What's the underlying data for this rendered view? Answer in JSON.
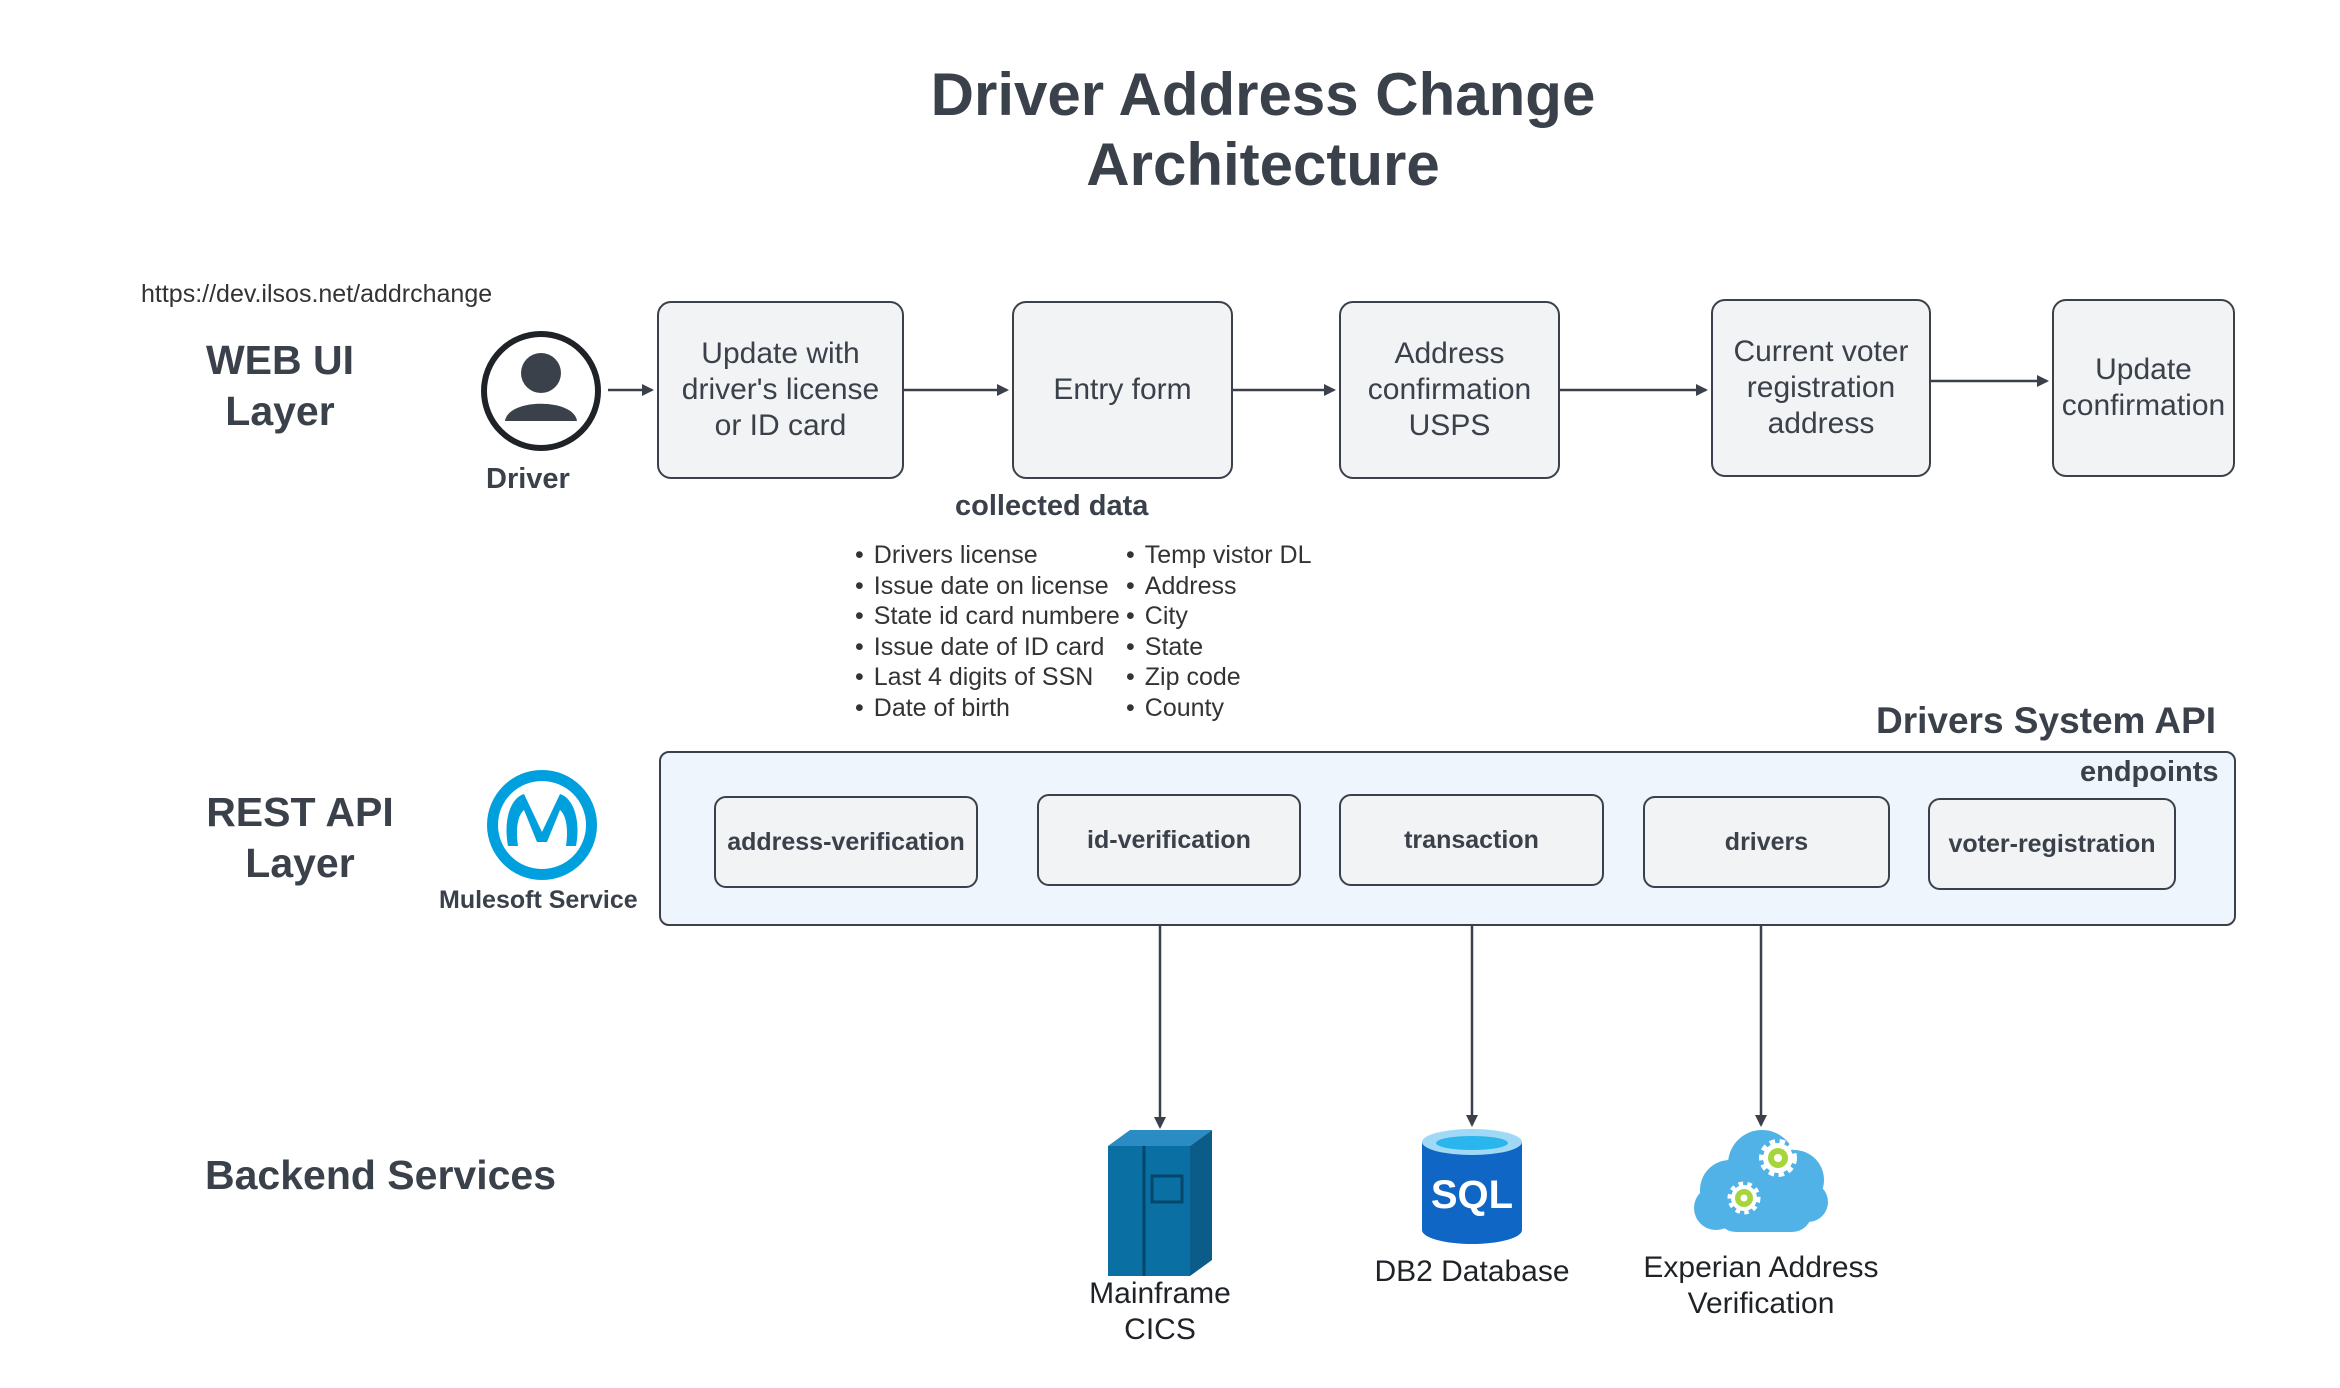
{
  "title": {
    "line1": "Driver Address Change",
    "line2": "Architecture"
  },
  "url": "https://dev.ilsos.net/addrchange",
  "layers": {
    "web_ui": {
      "line1": "WEB UI",
      "line2": "Layer"
    },
    "rest_api": {
      "line1": "REST API",
      "line2": "Layer"
    },
    "backend": "Backend Services"
  },
  "actor": {
    "label": "Driver",
    "icon": "user-avatar-icon"
  },
  "flow_steps": [
    {
      "line1": "Update with",
      "line2": "driver's license",
      "line3": "or ID card"
    },
    {
      "line1": "Entry form"
    },
    {
      "line1": "Address",
      "line2": "confirmation",
      "line3": "USPS"
    },
    {
      "line1": "Current voter",
      "line2": "registration",
      "line3": "address"
    },
    {
      "line1": "Update",
      "line2": "confirmation"
    }
  ],
  "collected_data": {
    "heading": "collected data",
    "left": [
      "Drivers license",
      "Issue date on license",
      "State id card numbere",
      "Issue date of ID card",
      "Last 4 digits of SSN",
      "Date of birth"
    ],
    "right": [
      "Temp vistor DL",
      "Address",
      "City",
      "State",
      "Zip code",
      "County"
    ]
  },
  "api": {
    "title": "Drivers System API",
    "endpoints_label": "endpoints",
    "endpoints": [
      "address-verification",
      "id-verification",
      "transaction",
      "drivers",
      "voter-registration"
    ],
    "service_label": "Mulesoft Service",
    "service_icon": "mulesoft-logo-icon"
  },
  "backend_services": [
    {
      "line1": "Mainframe",
      "line2": "CICS",
      "icon": "mainframe-server-icon"
    },
    {
      "line1": "DB2 Database",
      "icon": "sql-database-icon"
    },
    {
      "line1": "Experian Address",
      "line2": "Verification",
      "icon": "cloud-gears-icon"
    }
  ],
  "colors": {
    "text": "#3a414a",
    "box_fill": "#f2f3f5",
    "api_panel_fill": "#eef5fd",
    "mulesoft_blue": "#00a0df",
    "mainframe_blue": "#0a6fa3",
    "sql_blue": "#0f66c4",
    "cloud_blue": "#50b2e6",
    "gear_green": "#a6d63b"
  }
}
